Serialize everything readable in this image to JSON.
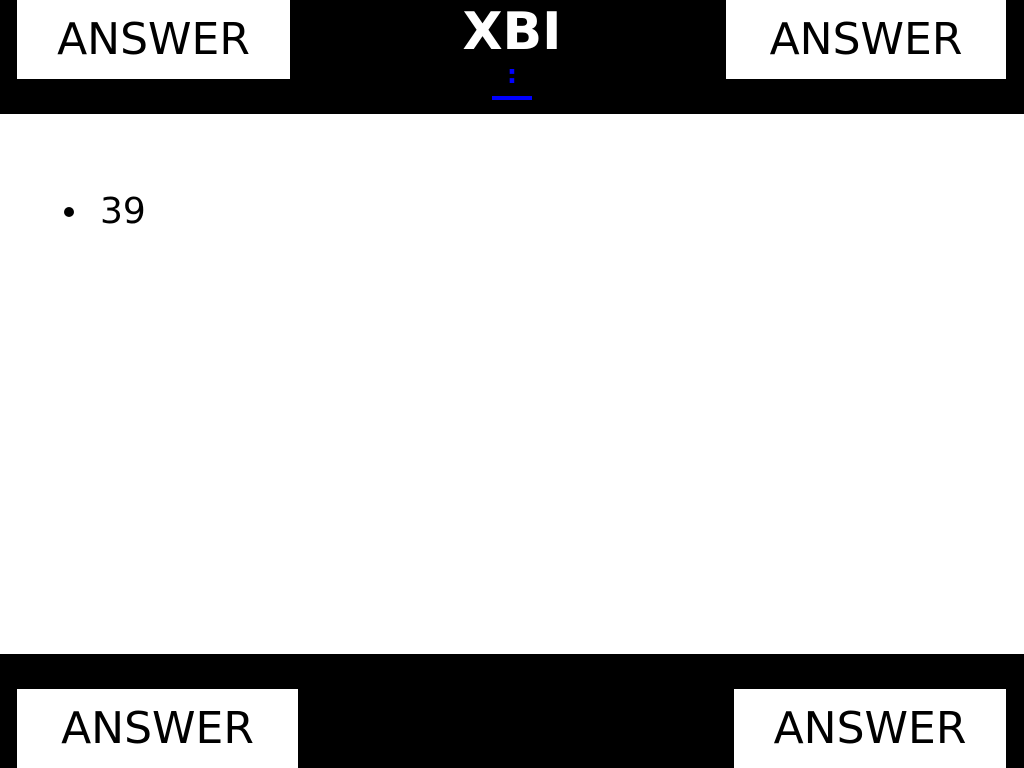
{
  "slide": {
    "title": "XBI",
    "link_text": ":",
    "answer_buttons": {
      "top_left": "ANSWER",
      "top_right": "ANSWER",
      "bottom_left": "ANSWER",
      "bottom_right": "ANSWER"
    },
    "bullets": [
      "39"
    ]
  },
  "colors": {
    "band": "#000000",
    "background": "#ffffff",
    "link": "#0000ff"
  }
}
